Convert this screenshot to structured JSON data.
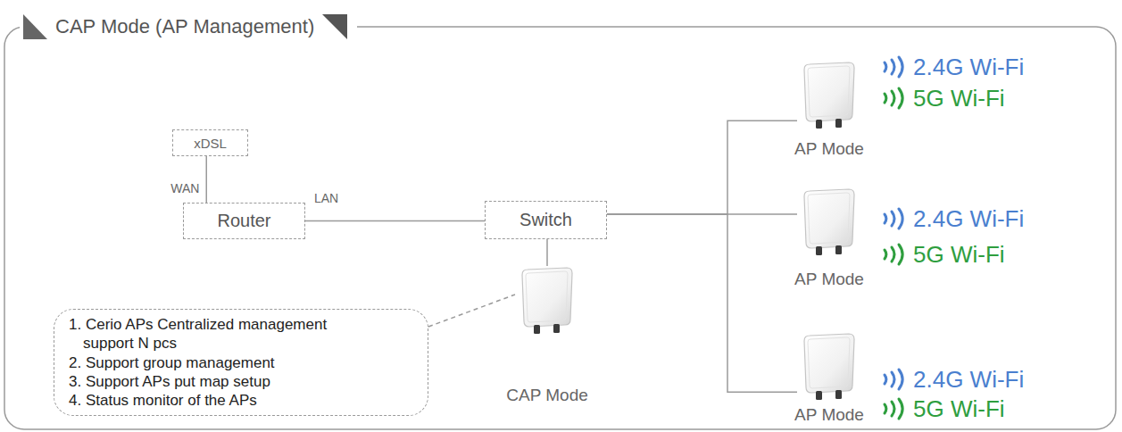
{
  "diagram": {
    "title": "CAP Mode (AP Management)",
    "nodes": [
      {
        "text": [
          "xDSL"
        ]
      },
      {
        "text": [
          "Router"
        ]
      },
      {
        "text": [
          "Switch"
        ]
      },
      {
        "text": [
          "1. Cerio APs Centralized management support N pcs",
          "2. Support group management",
          "3. Support APs put map setup",
          "4. Status monitor of the APs"
        ]
      },
      {
        "text": [
          "CAP Mode"
        ]
      },
      {
        "text": [
          "AP Mode",
          "2.4G Wi-Fi",
          "5G Wi-Fi"
        ]
      },
      {
        "text": [
          "AP Mode",
          "2.4G Wi-Fi",
          "5G Wi-Fi"
        ]
      },
      {
        "text": [
          "AP Mode",
          "2.4G Wi-Fi",
          "5G Wi-Fi"
        ]
      }
    ],
    "edges": [
      {
        "from": 0,
        "to": 1,
        "arrow": "none",
        "label": "WAN"
      },
      {
        "from": 1,
        "to": 2,
        "arrow": "none",
        "label": "LAN"
      },
      {
        "from": 2,
        "to": 4,
        "arrow": "none"
      },
      {
        "from": 2,
        "to": 5,
        "arrow": "none"
      },
      {
        "from": 2,
        "to": 6,
        "arrow": "none"
      },
      {
        "from": 2,
        "to": 7,
        "arrow": "none"
      },
      {
        "from": 3,
        "to": 4,
        "arrow": "none"
      }
    ]
  }
}
